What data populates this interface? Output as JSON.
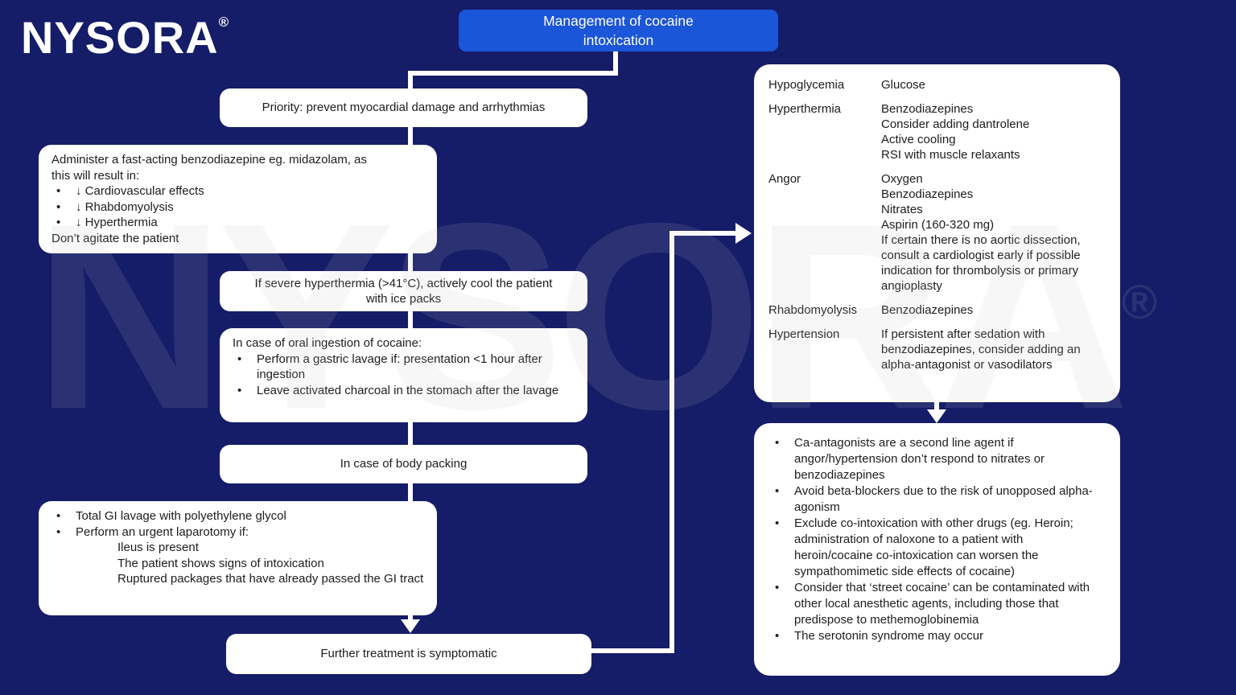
{
  "logo": {
    "text": "NYSORA",
    "registered": "®"
  },
  "watermark": {
    "text": "NYSORA",
    "registered": "®"
  },
  "title": "Management of cocaine intoxication",
  "flow": {
    "priority": "Priority: prevent myocardial damage and arrhythmias",
    "benzo": {
      "intro": "Administer a fast-acting benzodiazepine eg. midazolam, as this will result in:",
      "bullets": [
        "↓ Cardiovascular effects",
        "↓ Rhabdomyolysis",
        "↓ Hyperthermia"
      ],
      "footer": "Don’t agitate the patient"
    },
    "hyperthermia": "If severe hyperthermia (>41°C), actively cool the patient with ice packs",
    "oral": {
      "intro": "In case of oral ingestion of cocaine:",
      "bullets": [
        "Perform a gastric lavage if: presentation <1 hour after ingestion",
        "Leave activated charcoal in the stomach after the lavage"
      ]
    },
    "body_packing": "In case of body packing",
    "gi": {
      "bullets": [
        "Total GI lavage with polyethylene glycol",
        "Perform an urgent laparotomy if:"
      ],
      "sub_items": [
        "Ileus is present",
        "The patient shows signs of intoxication",
        "Ruptured packages that have already passed the GI tract"
      ]
    },
    "further": "Further treatment is symptomatic"
  },
  "treatment_table": {
    "rows": [
      {
        "condition": "Hypoglycemia",
        "treatments": [
          "Glucose"
        ]
      },
      {
        "condition": "Hyperthermia",
        "treatments": [
          "Benzodiazepines",
          "Consider adding dantrolene",
          "Active cooling",
          "RSI with muscle relaxants"
        ]
      },
      {
        "condition": "Angor",
        "treatments": [
          "Oxygen",
          "Benzodiazepines",
          "Nitrates",
          "Aspirin (160-320 mg)",
          "If certain there is no aortic dissection, consult a cardiologist early if possible indication for thrombolysis or primary angioplasty"
        ]
      },
      {
        "condition": "Rhabdomyolysis",
        "treatments": [
          "Benzodiazepines"
        ]
      },
      {
        "condition": "Hypertension",
        "treatments": [
          "If persistent after sedation with benzodiazepines, consider adding an alpha-antagonist or vasodilators"
        ]
      }
    ]
  },
  "notes": {
    "bullets": [
      "Ca-antagonists are a second line agent if angor/hypertension don’t respond to nitrates or benzodiazepines",
      "Avoid beta-blockers due to the risk of unopposed alpha-agonism",
      "Exclude co-intoxication with other drugs (eg. Heroin; administration of naloxone to a patient with heroin/cocaine co-intoxication can worsen the sympathomimetic side effects of cocaine)",
      "Consider that ‘street cocaine’ can be contaminated with other local anesthetic agents, including those that predispose to methemoglobinemia",
      "The serotonin syndrome may occur"
    ]
  },
  "colors": {
    "background": "#151c68",
    "accent_blue": "#1b55d8",
    "box_white": "#ffffff",
    "line_white": "#ffffff",
    "text_dark": "#1d1d1d"
  }
}
